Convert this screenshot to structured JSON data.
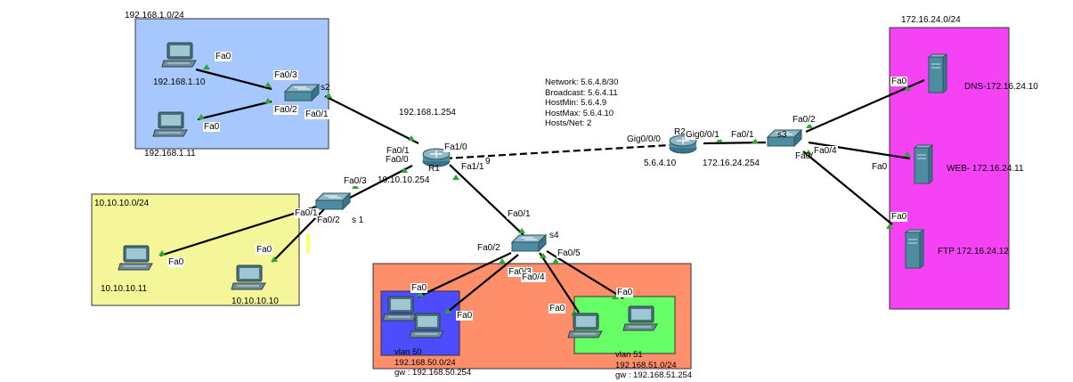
{
  "colors": {
    "zone_192_168_1": "#a6c8ff",
    "zone_10_10_10": "#f5f59a",
    "zone_vlan_outer": "#ff8f6b",
    "zone_vlan50": "#4d4dff",
    "zone_vlan51": "#66ff66",
    "zone_servers": "#f542f5",
    "link_ok": "#3aa63a",
    "link": "#000000"
  },
  "zones": {
    "lan1": "192.168.1.0/24",
    "lan2": "10.10.10.0/24",
    "servers": "172.16.24.0/24"
  },
  "devices": {
    "pc_192_168_1_10": "192.168.1.10",
    "pc_192_168_1_11": "192.168.1.11",
    "pc_10_10_10_11": "10.10.10.11",
    "pc_10_10_10_10": "10.10.10.10",
    "s2": "s2",
    "s1": "s 1",
    "s3": "s3",
    "s4": "s4",
    "r1": "R1",
    "r2": "R2",
    "dns": "DNS-172.16.24.10",
    "web": "WEB- 172.16.24.11",
    "ftp": "FTP 172.16.24.12"
  },
  "ports": {
    "pc1_fa0": "Fa0",
    "pc2_fa0": "Fa0",
    "s2_fa03": "Fa0/3",
    "s2_fa02": "Fa0/2",
    "s2_fa01": "Fa0/1",
    "r1_fa01": "Fa0/1",
    "r1_fa00": "Fa0/0",
    "r1_fa10": "Fa1/0",
    "r1_fa11": "Fa1/1",
    "r1_fa10_suffix": "9",
    "s1_fa03": "Fa0/3",
    "s1_fa01": "Fa0/1",
    "s1_fa02": "Fa0/2",
    "pc3_fa0": "Fa0",
    "pc4_fa0": "Fa0",
    "s4_fa01": "Fa0/1",
    "s4_fa02": "Fa0/2",
    "s4_fa03": "Fa0/3",
    "s4_fa04": "Fa0/4",
    "s4_fa05": "Fa0/5",
    "vlan50_pc1_fa0": "Fa0",
    "vlan50_pc2_fa0": "Fa0",
    "vlan51_pc1_fa0": "Fa0",
    "vlan51_pc2_fa0": "Fa0",
    "r2_gig000": "Gig0/0/0",
    "r2_gig001": "Gig0/0/1",
    "s3_fa01": "Fa0/1",
    "s3_fa02": "Fa0/2",
    "s3_fa04": "Fa0/4",
    "s3_fa03": "Fa0/",
    "dns_fa0": "Fa0",
    "web_fa0": "Fa0",
    "ftp_fa0": "Fa0"
  },
  "addresses": {
    "r1_lan1_gw": "192.168.1.254",
    "r1_lan2_gw": "10.10.10.254",
    "r2_wan": "5.6.4.10",
    "r2_lan": "172.16.24.254"
  },
  "wan_info": {
    "network": "Network:   5.6.4.8/30",
    "broadcast": "Broadcast: 5.6.4.11",
    "hostmin": "HostMin:   5.6.4.9",
    "hostmax": "HostMax:   5.6.4.10",
    "hosts": "Hosts/Net: 2"
  },
  "vlan50": {
    "name": "vlan 50",
    "net": "192.168.50.0/24",
    "gw": "gw : 192.168.50.254"
  },
  "vlan51": {
    "name": "vlan 51",
    "net": "192.168.51.0/24",
    "gw": "gw : 192.168.51.254"
  }
}
